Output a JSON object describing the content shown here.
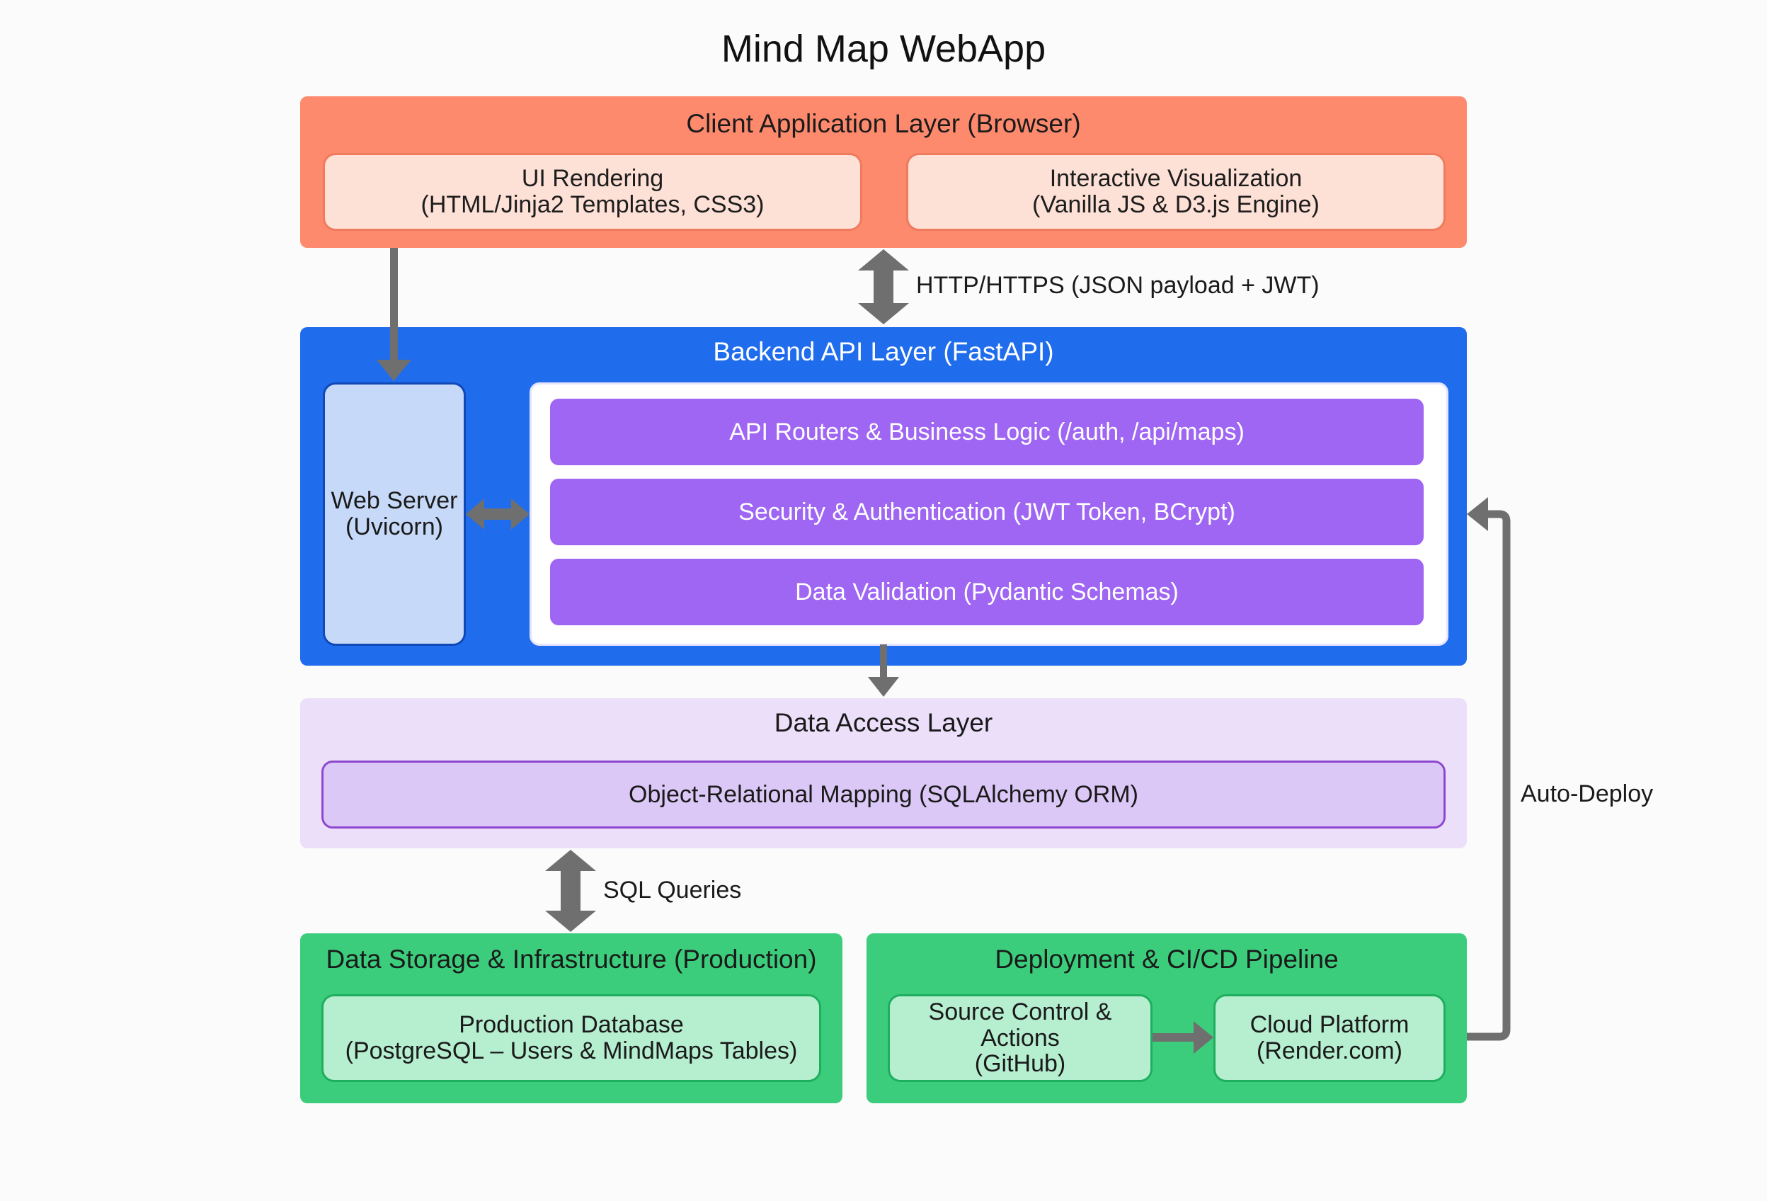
{
  "title": "Mind Map WebApp",
  "client": {
    "title": "Client Application Layer (Browser)",
    "ui_rendering": [
      "UI Rendering",
      "(HTML/Jinja2 Templates, CSS3)"
    ],
    "visualization": [
      "Interactive Visualization",
      "(Vanilla JS & D3.js Engine)"
    ]
  },
  "http_label": "HTTP/HTTPS (JSON payload + JWT)",
  "backend": {
    "title": "Backend API Layer (FastAPI)",
    "web_server": [
      "Web Server",
      "(Uvicorn)"
    ],
    "routers": "API Routers & Business Logic (/auth, /api/maps)",
    "security": "Security & Authentication (JWT Token, BCrypt)",
    "validation": "Data Validation (Pydantic Schemas)"
  },
  "dal": {
    "title": "Data Access Layer",
    "orm": "Object-Relational Mapping (SQLAlchemy ORM)"
  },
  "sql_label": "SQL Queries",
  "auto_deploy_label": "Auto-Deploy",
  "storage": {
    "title": "Data Storage & Infrastructure (Production)",
    "database": [
      "Production Database",
      "(PostgreSQL – Users & MindMaps Tables)"
    ]
  },
  "deploy": {
    "title": "Deployment & CI/CD Pipeline",
    "source_control": [
      "Source Control & Actions",
      "(GitHub)"
    ],
    "cloud": [
      "Cloud Platform",
      "(Render.com)"
    ]
  },
  "colors": {
    "client_layer": "#fe8a6e",
    "backend_layer": "#1f6ced",
    "logic_bar": "#9e66f2",
    "data_access_layer": "#ecdffa",
    "infra_layer": "#3ccd7c",
    "connector": "#6f6f6f"
  }
}
